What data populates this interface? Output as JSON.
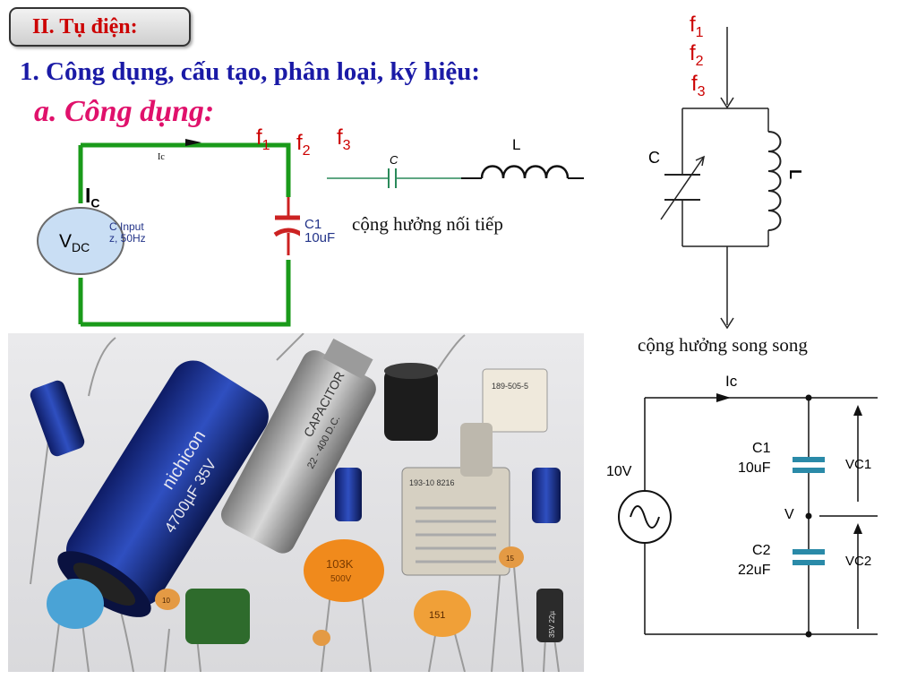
{
  "header": {
    "badge": "II. Tụ điện:",
    "heading": "1. Công dụng, cấu tạo, phân loại, ký hiệu:",
    "subheading": "a. Công dụng:"
  },
  "dc_circuit": {
    "current_label": "I",
    "current_sub": "C",
    "current_small": "Ic",
    "source_label": "V",
    "source_sub": "DC",
    "source_note_1": "C Input",
    "source_note_2": "z, 50Hz",
    "cap_name": "C1",
    "cap_value": "10uF",
    "freqs": [
      "f1",
      "f2",
      "f3"
    ]
  },
  "series_resonance": {
    "c_label": "C",
    "l_label": "L",
    "caption": "cộng hưởng nối tiếp"
  },
  "parallel_resonance": {
    "freqs": [
      "f1",
      "f2",
      "f3"
    ],
    "c_label": "C",
    "l_label": "L",
    "caption": "cộng hưởng song song"
  },
  "divider_circuit": {
    "current": "Ic",
    "source": "10V",
    "c1_name": "C1",
    "c1_value": "10uF",
    "c2_name": "C2",
    "c2_value": "22uF",
    "v_label": "V",
    "vc1": "VC1",
    "vc2": "VC2"
  },
  "photo": {
    "caps": [
      "nichicon",
      "4700µF 35V",
      "CAPACITOR",
      "22 - 400 D.C.",
      "103K",
      "500V",
      "151",
      "189-505-5",
      "193-10 8216",
      "10",
      "15",
      "35V 22µ"
    ]
  },
  "colors": {
    "wire_green": "#1a9a1a",
    "red": "#cc0000",
    "blue_heading": "#1a1aa6",
    "pink": "#e0116b"
  }
}
